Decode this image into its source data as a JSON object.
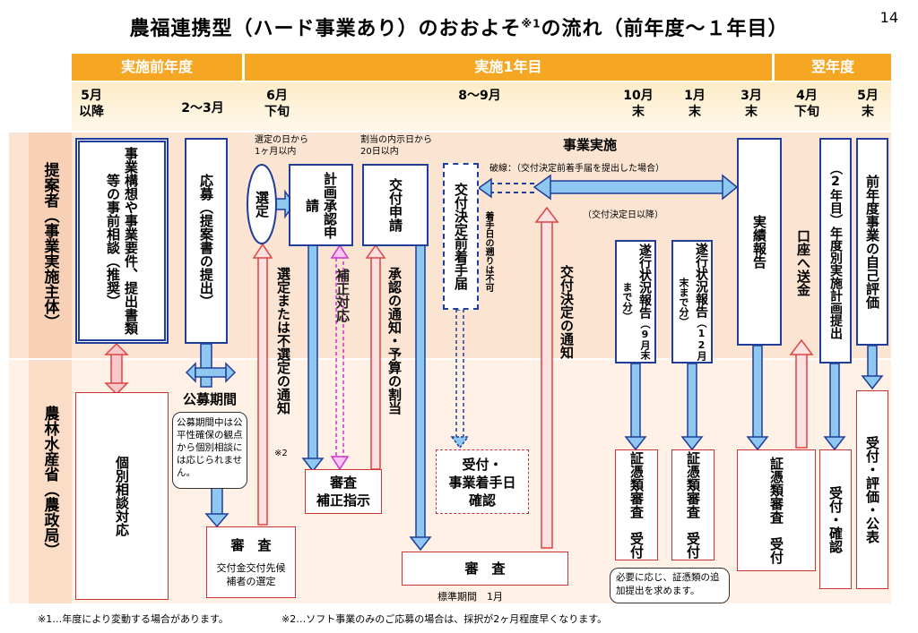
{
  "title": {
    "main": "農福連携型（ハード事業あり）のおおよそ",
    "sup": "※1",
    "suffix": "の流れ（前年度〜１年目）"
  },
  "page_number": "14",
  "bands": {
    "pre": "実施前年度",
    "year1": "実施1年目",
    "next": "翌年度"
  },
  "timeline": {
    "t1": "5月\n以降",
    "t2": "2〜3月",
    "t3": "6月\n下旬",
    "t4": "8〜9月",
    "t5": "10月\n末",
    "t6": "1月\n末",
    "t7": "3月\n末",
    "t8": "4月\n下旬",
    "t9": "5月\n末"
  },
  "lanes": {
    "applicant": "提案者（事業実施主体）",
    "ministry": "農林水産省（農政局）"
  },
  "boxes": {
    "pre_consult": "事業構想や事業要件、提出書類等の事前相談（推奨）",
    "apply": "応募（提案書の提出）",
    "selected": "選定",
    "plan_approval": "計画承認申請",
    "grant_apply": "交付申請",
    "pre_start": "交付決定前着手届",
    "report": "実績報告",
    "remit": "口座へ送金",
    "annual_plan": "（2年目）年度別実施計画提出",
    "self_eval": "前年度事業の自己評価",
    "progress_sep": "遂行状況報告",
    "progress_sep_sub": "（9月末まで分）",
    "progress_dec": "遂行状況報告",
    "progress_dec_sub": "（12月末まで分）",
    "individual": "個別相談対応",
    "screening": "審　査",
    "screening_sub": "交付金交付先候補者の選定",
    "review_title": "審査",
    "review_sub": "補正指示",
    "receipt_start_1": "受付・",
    "receipt_start_2": "事業着手日",
    "receipt_start_3": "確認",
    "big_review": "審　査",
    "standard_period": "標準期間　1月",
    "verify1": "証憑類審査",
    "verify1_b": "受付",
    "verify2": "証憑類審査",
    "verify2_b": "受付",
    "verify3": "証憑類審査",
    "verify3_b": "受付",
    "receipt_confirm": "受付・確認",
    "receipt_eval": "受付・評価・公表"
  },
  "labels": {
    "within_1m": "選定の日から\n1ヶ月以内",
    "within_20d": "割当の内示日から\n20日以内",
    "implementation": "事業実施",
    "dashed_note": "破線：（交付決定前着手届を提出した場合）",
    "after_decision": "（交付決定日以降）",
    "retro_note": "着手日の遡りは不可",
    "grant_notice": "交付決定の通知",
    "selection_notice": "選定または不選定の通知",
    "selection_note2": "※2",
    "correction": "補正対応",
    "approval_notice": "承認の通知・予算の割当",
    "public_period": "公募期間",
    "public_note": "公募期間中は公平性確保の観点から個別相談には応じられません。",
    "evidence_note": "必要に応じ、証憑類の追加提出を求めます。"
  },
  "footnotes": {
    "f1": "※1…年度により変動する場合があります。",
    "f2": "※2…ソフト事業のみのご応募の場合は、採択が2ヶ月程度早くなります。"
  },
  "colors": {
    "band": "#f5a623",
    "blue": "#1f3d99",
    "arrow_blue": "#8ec8f0",
    "red": "#d44",
    "pink": "#f8c8cc"
  }
}
